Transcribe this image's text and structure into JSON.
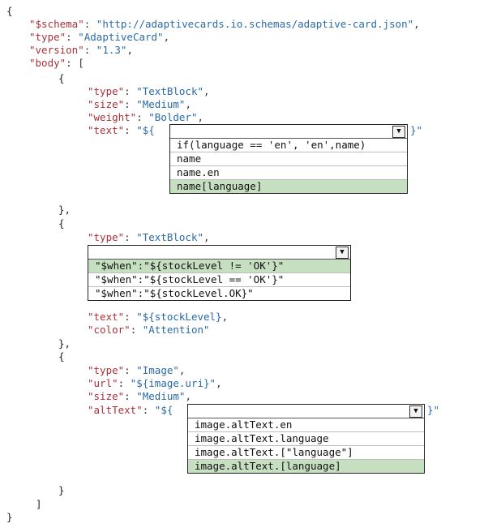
{
  "lines": {
    "open_brace": "{",
    "schema_key": "\"$schema\"",
    "schema_value": "\"http://adaptivecards.io.schemas/adaptive-card.json\"",
    "type_key": "\"type\"",
    "type_value": "\"AdaptiveCard\"",
    "version_key": "\"version\"",
    "version_value": "\"1.3\"",
    "body_key": "\"body\"",
    "body_open": ": [",
    "b1_open": "{",
    "b1_type_key": "\"type\"",
    "b1_type_value": "\"TextBlock\"",
    "b1_size_key": "\"size\"",
    "b1_size_value": "\"Medium\"",
    "b1_weight_key": "\"weight\"",
    "b1_weight_value": "\"Bolder\"",
    "b1_text_key": "\"text\"",
    "b1_text_prefix": "\"${",
    "b1_text_suffix": "}\"",
    "b1_close": "},",
    "b2_open": "{",
    "b2_type_key": "\"type\"",
    "b2_type_value": "\"TextBlock\"",
    "b2_text_key": "\"text\"",
    "b2_text_value": "\"${stockLevel}",
    "b2_color_key": "\"color\"",
    "b2_color_value": "\"Attention\"",
    "b2_close": "},",
    "b3_open": "{",
    "b3_type_key": "\"type\"",
    "b3_type_value": "\"Image\"",
    "b3_url_key": "\"url\"",
    "b3_url_value": "\"${image.uri}\"",
    "b3_size_key": "\"size\"",
    "b3_size_value": "\"Medium\"",
    "b3_alt_key": "\"altText\"",
    "b3_alt_prefix": "\"${",
    "b3_alt_suffix": "}\"",
    "b3_close": "}",
    "body_close": "]",
    "close_brace": "}"
  },
  "dropdown_text": {
    "arrow": "▼",
    "options": [
      "if(language == 'en', 'en',name)",
      "name",
      "name.en",
      "name[language]"
    ],
    "selected_index": 3
  },
  "dropdown_when": {
    "arrow": "▼",
    "options": [
      "\"$when\":\"${stockLevel != 'OK'}\"",
      "\"$when\":\"${stockLevel == 'OK'}\"",
      "\"$when\":\"${stockLevel.OK}\""
    ],
    "selected_index": 0
  },
  "dropdown_alt": {
    "arrow": "▼",
    "options": [
      "image.altText.en",
      "image.altText.language",
      "image.altText.[\"language\"]",
      "image.altText.[language]"
    ],
    "selected_index": 3
  },
  "colors": {
    "key": "#a8323a",
    "string": "#2a6aa5",
    "selected_option": "#c6dfc0"
  }
}
